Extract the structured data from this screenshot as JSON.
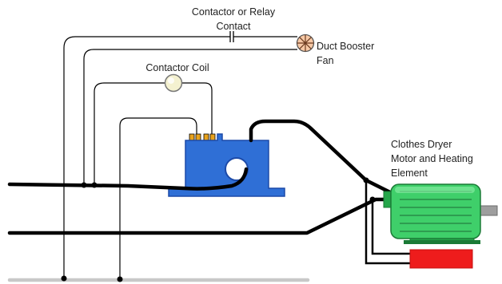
{
  "labels": {
    "relay_contact": [
      "Contactor or Relay",
      "Contact"
    ],
    "fan": [
      "Duct Booster",
      "Fan"
    ],
    "coil": "Contactor Coil",
    "dryer": [
      "Clothes Dryer",
      "Motor and Heating",
      "Element"
    ]
  },
  "colors": {
    "sensor_body": "#2f6fd6",
    "sensor_dark": "#1c4aa8",
    "terminals": "#e8a21c",
    "motor": "#3fcf6a",
    "motor_dark": "#25a64a",
    "heater": "#ee1c1c",
    "coil_fill": "#f4f1d0",
    "fan_fill": "#f7c9a6",
    "ground_bar": "#c8c8c8"
  },
  "icons": [
    "fan-icon",
    "coil-icon",
    "current-sensor-icon",
    "motor-icon",
    "heating-element-icon"
  ]
}
